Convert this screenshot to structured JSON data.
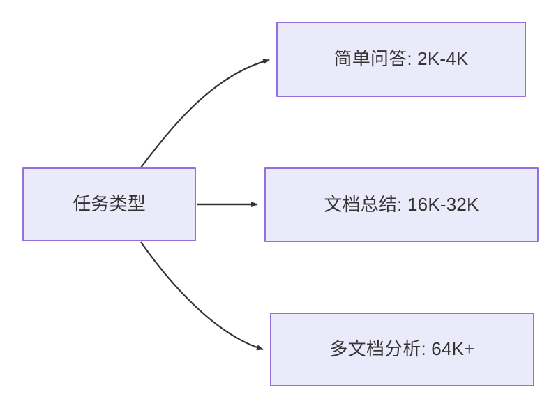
{
  "diagram": {
    "type": "flowchart",
    "direction": "left-to-right",
    "title": "",
    "background_color": "#ffffff",
    "node_fill_color": "#ebeafa",
    "node_border_color": "#9370db",
    "node_text_color": "#333333",
    "edge_color": "#333333",
    "nodes": [
      {
        "id": "root",
        "label": "任务类型"
      },
      {
        "id": "simple-qa",
        "label": "简单问答: 2K-4K"
      },
      {
        "id": "doc-summary",
        "label": "文档总结: 16K-32K"
      },
      {
        "id": "multi-doc",
        "label": "多文档分析: 64K+"
      }
    ],
    "edges": [
      {
        "id": "edge-root-simple-qa",
        "from": "root",
        "to": "simple-qa",
        "label": "",
        "style": "curved-up-arrow"
      },
      {
        "id": "edge-root-doc-summary",
        "from": "root",
        "to": "doc-summary",
        "label": "",
        "style": "straight-arrow"
      },
      {
        "id": "edge-root-multi-doc",
        "from": "root",
        "to": "multi-doc",
        "label": "",
        "style": "curved-down-arrow"
      }
    ]
  }
}
